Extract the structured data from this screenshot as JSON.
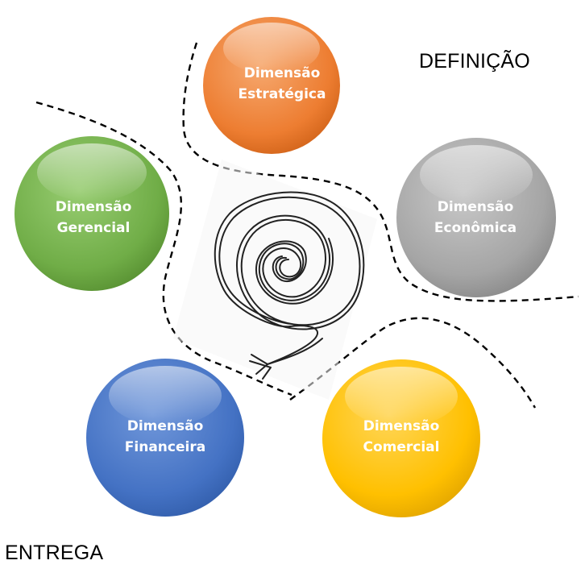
{
  "labels": {
    "top_right": "DEFINIÇÃO",
    "bottom_left": "ENTREGA"
  },
  "circles": [
    {
      "line1": "Dimensão",
      "line2": "Estratégica",
      "color": "#ED7D31",
      "light": "#F6A970",
      "dark": "#D4661C"
    },
    {
      "line1": "Dimensão",
      "line2": "Gerencial",
      "color": "#70AD47",
      "light": "#98CD72",
      "dark": "#5A9334"
    },
    {
      "line1": "Dimensão",
      "line2": "Econômica",
      "color": "#A5A5A5",
      "light": "#C8C8C8",
      "dark": "#8C8C8C"
    },
    {
      "line1": "Dimensão",
      "line2": "Financeira",
      "color": "#4472C4",
      "light": "#7097DA",
      "dark": "#3460AE"
    },
    {
      "line1": "Dimensão",
      "line2": "Comercial",
      "color": "#FFC000",
      "light": "#FFD659",
      "dark": "#E5A800"
    }
  ],
  "icons": {
    "center": "spiral-arrow-icon"
  }
}
